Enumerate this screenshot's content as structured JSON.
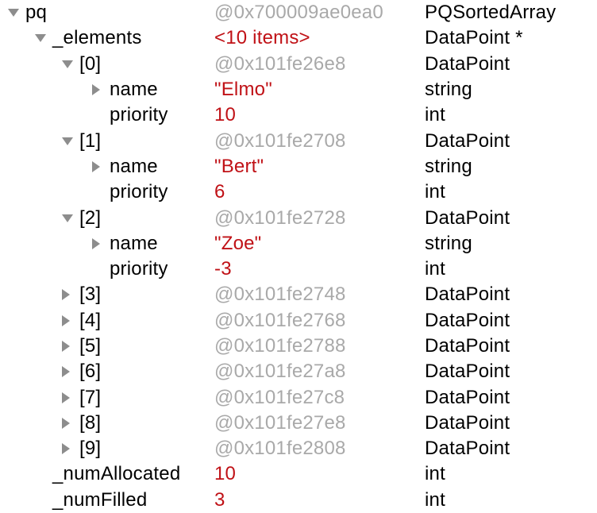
{
  "view": "debugger-variables",
  "colors": {
    "value_red": "#c01116",
    "address_gray": "#a9a9a9",
    "triangle_gray": "#8d8d8d",
    "text_black": "#000000",
    "background": "#ffffff"
  },
  "icons": {
    "expanded": "disclosure-expanded-icon",
    "collapsed": "disclosure-collapsed-icon"
  },
  "rows": [
    {
      "level": 0,
      "disclosure": "expanded",
      "label": "pq",
      "value": "@0x700009ae0ea0",
      "value_style": "address",
      "type": "PQSortedArray"
    },
    {
      "level": 1,
      "disclosure": "expanded",
      "label": "_elements",
      "value": "<10 items>",
      "value_style": "value",
      "type": "DataPoint *"
    },
    {
      "level": 2,
      "disclosure": "expanded",
      "label": "[0]",
      "value": "@0x101fe26e8",
      "value_style": "address",
      "type": "DataPoint"
    },
    {
      "level": 3,
      "disclosure": "collapsed",
      "label": "name",
      "value": "\"Elmo\"",
      "value_style": "value",
      "type": "string"
    },
    {
      "level": 3,
      "disclosure": "none",
      "label": "priority",
      "value": "10",
      "value_style": "value",
      "type": "int"
    },
    {
      "level": 2,
      "disclosure": "expanded",
      "label": "[1]",
      "value": "@0x101fe2708",
      "value_style": "address",
      "type": "DataPoint"
    },
    {
      "level": 3,
      "disclosure": "collapsed",
      "label": "name",
      "value": "\"Bert\"",
      "value_style": "value",
      "type": "string"
    },
    {
      "level": 3,
      "disclosure": "none",
      "label": "priority",
      "value": "6",
      "value_style": "value",
      "type": "int"
    },
    {
      "level": 2,
      "disclosure": "expanded",
      "label": "[2]",
      "value": "@0x101fe2728",
      "value_style": "address",
      "type": "DataPoint"
    },
    {
      "level": 3,
      "disclosure": "collapsed",
      "label": "name",
      "value": "\"Zoe\"",
      "value_style": "value",
      "type": "string"
    },
    {
      "level": 3,
      "disclosure": "none",
      "label": "priority",
      "value": "-3",
      "value_style": "value",
      "type": "int"
    },
    {
      "level": 2,
      "disclosure": "collapsed",
      "label": "[3]",
      "value": "@0x101fe2748",
      "value_style": "address",
      "type": "DataPoint"
    },
    {
      "level": 2,
      "disclosure": "collapsed",
      "label": "[4]",
      "value": "@0x101fe2768",
      "value_style": "address",
      "type": "DataPoint"
    },
    {
      "level": 2,
      "disclosure": "collapsed",
      "label": "[5]",
      "value": "@0x101fe2788",
      "value_style": "address",
      "type": "DataPoint"
    },
    {
      "level": 2,
      "disclosure": "collapsed",
      "label": "[6]",
      "value": "@0x101fe27a8",
      "value_style": "address",
      "type": "DataPoint"
    },
    {
      "level": 2,
      "disclosure": "collapsed",
      "label": "[7]",
      "value": "@0x101fe27c8",
      "value_style": "address",
      "type": "DataPoint"
    },
    {
      "level": 2,
      "disclosure": "collapsed",
      "label": "[8]",
      "value": "@0x101fe27e8",
      "value_style": "address",
      "type": "DataPoint"
    },
    {
      "level": 2,
      "disclosure": "collapsed",
      "label": "[9]",
      "value": "@0x101fe2808",
      "value_style": "address",
      "type": "DataPoint"
    },
    {
      "level": 1,
      "disclosure": "none",
      "label": "_numAllocated",
      "value": "10",
      "value_style": "value",
      "type": "int"
    },
    {
      "level": 1,
      "disclosure": "none",
      "label": "_numFilled",
      "value": "3",
      "value_style": "value",
      "type": "int"
    }
  ]
}
